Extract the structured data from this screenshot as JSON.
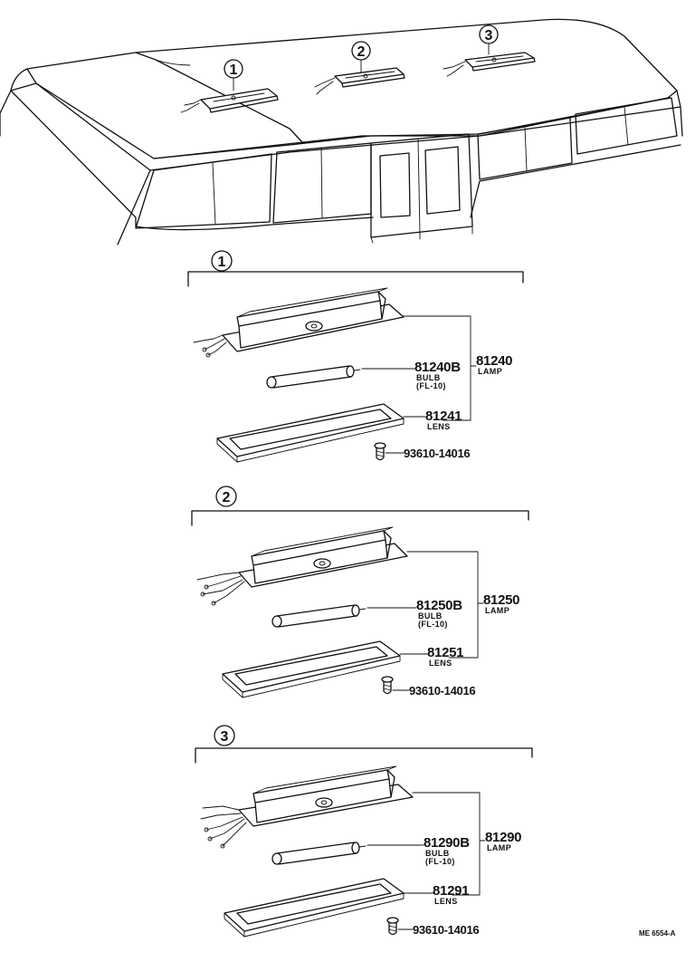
{
  "callouts": [
    "1",
    "2",
    "3"
  ],
  "groups": [
    {
      "number": "1",
      "bulb_part": "81240B",
      "bulb_name": "BULB",
      "bulb_spec": "(FL-10)",
      "lamp_part": "81240",
      "lamp_name": "LAMP",
      "lens_part": "81241",
      "lens_name": "LENS",
      "screw_part": "93610-14016"
    },
    {
      "number": "2",
      "bulb_part": "81250B",
      "bulb_name": "BULB",
      "bulb_spec": "(FL-10)",
      "lamp_part": "81250",
      "lamp_name": "LAMP",
      "lens_part": "81251",
      "lens_name": "LENS",
      "screw_part": "93610-14016"
    },
    {
      "number": "3",
      "bulb_part": "81290B",
      "bulb_name": "BULB",
      "bulb_spec": "(FL-10)",
      "lamp_part": "81290",
      "lamp_name": "LAMP",
      "lens_part": "81291",
      "lens_name": "LENS",
      "screw_part": "93610-14016"
    }
  ],
  "figure_code": "ME 6554-A"
}
